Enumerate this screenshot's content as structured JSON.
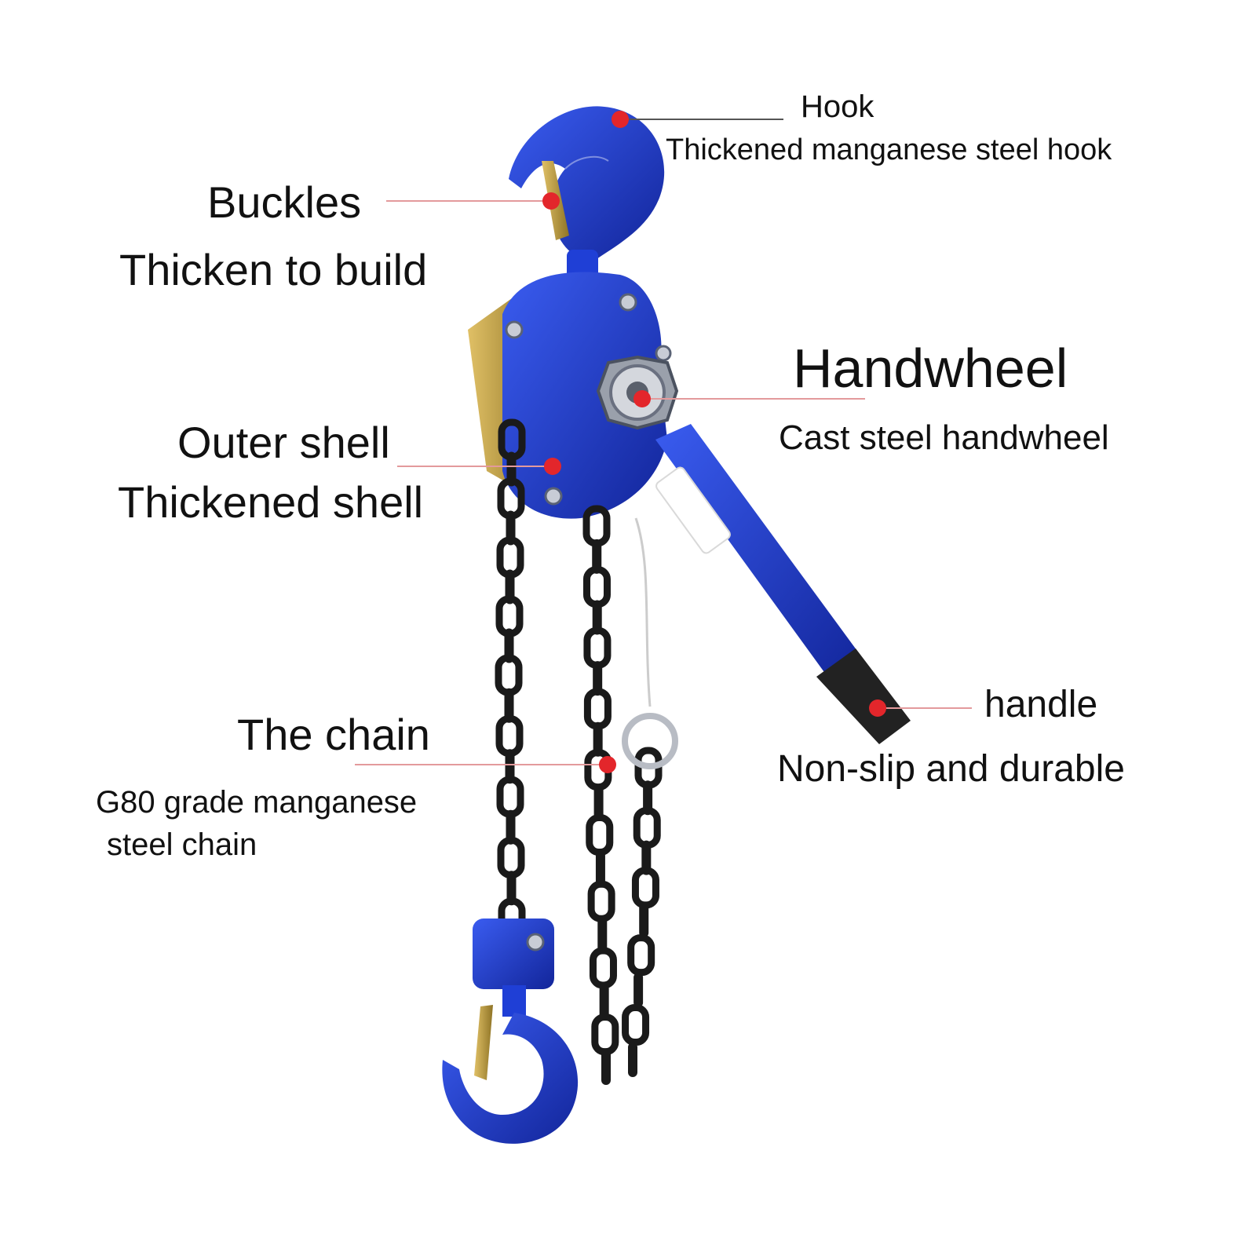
{
  "labels": {
    "hook": {
      "title": "Hook",
      "subtitle": "Thickened manganese steel hook"
    },
    "buckles": {
      "title": "Buckles",
      "subtitle": "Thicken to build"
    },
    "handwheel": {
      "title": "Handwheel",
      "subtitle": "Cast steel handwheel"
    },
    "outer_shell": {
      "title": "Outer shell",
      "subtitle": "Thickened shell"
    },
    "handle": {
      "title": "handle",
      "subtitle": "Non-slip and durable"
    },
    "chain": {
      "title": "The chain",
      "subtitle_line1": "G80 grade manganese",
      "subtitle_line2": "steel chain"
    }
  },
  "colors": {
    "body_blue": "#1f3fd6",
    "body_blue_dark": "#12259a",
    "chain_black": "#1a1a1a",
    "pointer_red": "#e3262b",
    "leader_line": "#c9c9c9",
    "grip_black": "#222222",
    "brass": "#c9a640",
    "steel": "#b8bcc4"
  },
  "icons": {
    "label_marker": "red-dot",
    "hoist": "lever-hoist-illustration"
  }
}
